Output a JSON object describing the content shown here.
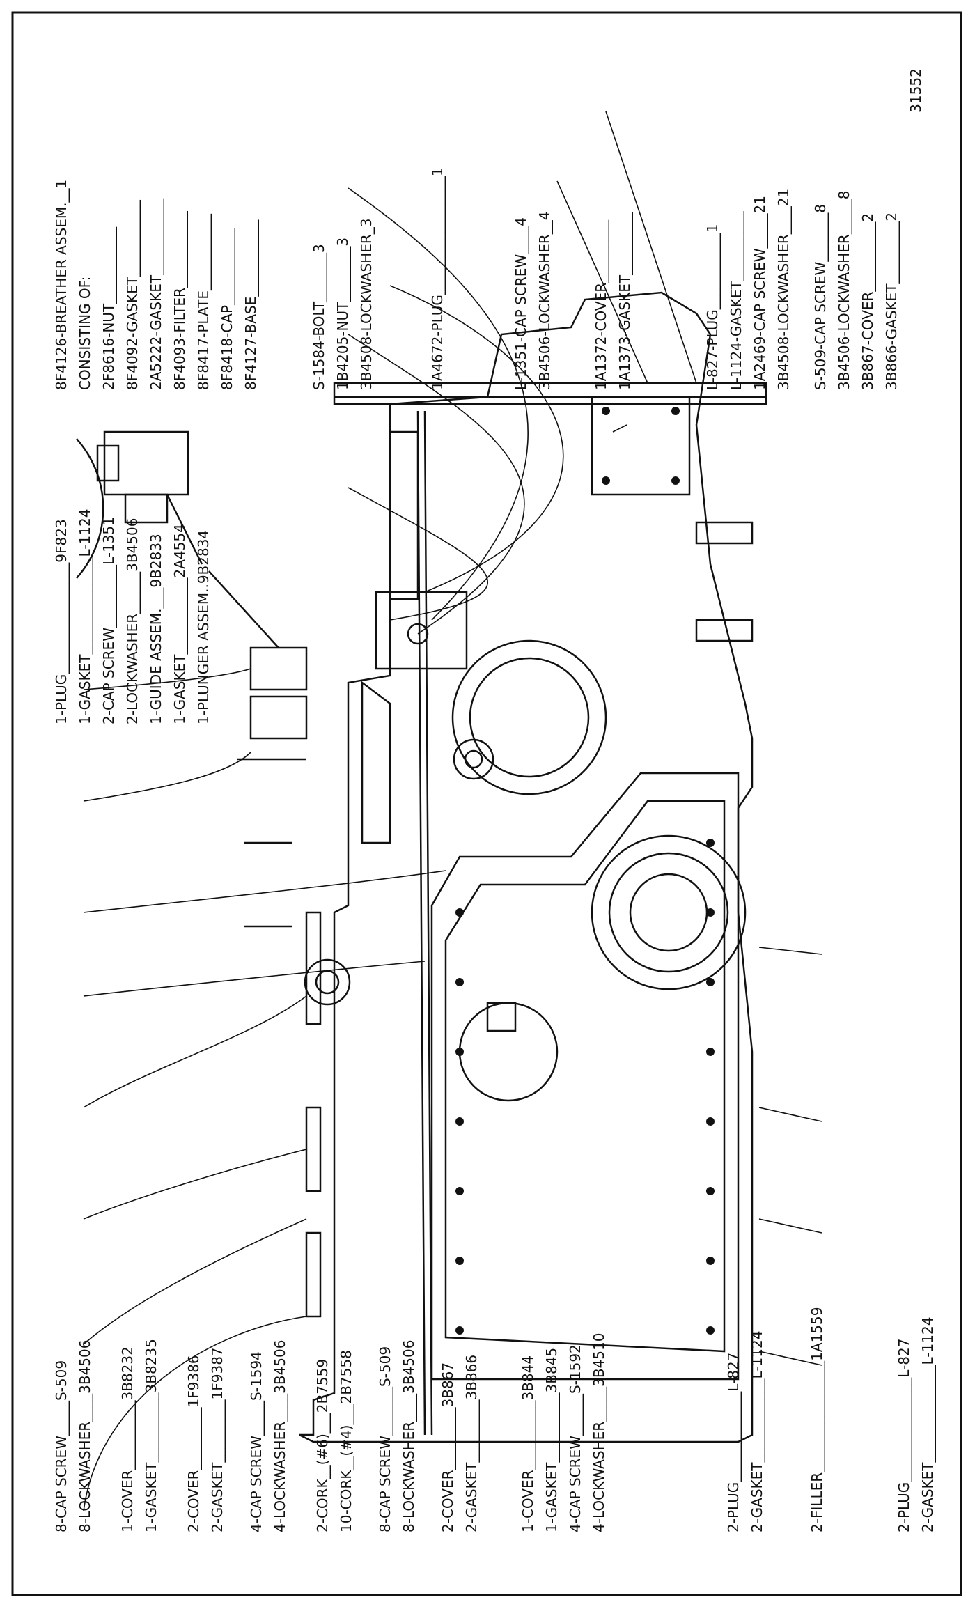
{
  "figure_number": "31552",
  "groups": {
    "left_bottom": [
      {
        "lines": [
          "8-CAP SCREW_____S-509",
          "8-LOCKWASHER____3B4506"
        ]
      },
      {
        "lines": [
          "1-COVER__________3B8232",
          "1-GASKET__________3B8235"
        ]
      },
      {
        "lines": [
          "2-COVER_________1F9386",
          "2-GASKET_________1F9387"
        ]
      },
      {
        "lines": [
          "4-CAP SCREW_____S-1594",
          "4-LOCKWASHER____3B4506"
        ]
      },
      {
        "lines": [
          "2-CORK__(#6)___2B7559",
          "10-CORK__(#4)___2B7558"
        ]
      },
      {
        "lines": [
          "8-CAP SCREW_______S-509",
          "8-LOCKWASHER____3B4506"
        ]
      },
      {
        "lines": [
          "2-COVER_________3B867",
          "2-GASKET_________3B866"
        ]
      },
      {
        "lines": [
          "1-COVER__________3B844",
          "1-GASKET__________3B845",
          "4-CAP SCREW______S-1592",
          "4-LOCKWASHER_____3B4510"
        ]
      },
      {
        "lines": [
          "2-PLUG_____________L-827",
          "2-GASKET____________L-1124"
        ]
      },
      {
        "lines": [
          "2-FILLER________________1A1559"
        ]
      },
      {
        "lines": [
          "2-PLUG_______________L-827",
          "2-GASKET______________L-1124"
        ]
      }
    ],
    "left_top": [
      {
        "lines": [
          "1-PLUG________________9F823",
          "1-GASKET______________L-1124",
          "2-CAP SCREW_________L-1351",
          "2-LOCKWASHER______3B4506",
          "1-GUIDE ASSEM.___9B2833",
          "1-GASKET___________2A4554",
          "1-PLUNGER ASSEM..9B2834"
        ]
      }
    ],
    "right_top": [
      {
        "lines": [
          "8F4126-BREATHER ASSEM.__1",
          "CONSISTING OF:",
          "2F8616-NUT___________",
          "8F4092-GASKET___________",
          "2A5222-GASKET___________",
          "8F4093-FILTER___________",
          "8F8417-PLATE___________",
          "8F8418-CAP___________",
          "8F4127-BASE___________"
        ]
      },
      {
        "lines": [
          "S-1584-BOLT_______3",
          "1B4205-NUT________3",
          "3B4508-LOCKWASHER_3"
        ]
      },
      {
        "lines": [
          "1A4672-PLUG_________________1"
        ]
      },
      {
        "lines": [
          "L-1351-CAP SCREW____4",
          "3B4506-LOCKWASHER__4"
        ]
      },
      {
        "lines": [
          "1A1372-COVER_________",
          "1A1373-GASKET_________"
        ]
      },
      {
        "lines": [
          "L-827-PLUG___________1",
          "L-1124-GASKET__________",
          "1A2469-CAP SCREW_____21",
          "3B4508-LOCKWASHER____21"
        ]
      },
      {
        "lines": [
          "S-509-CAP SCREW_______8",
          "3B4506-LOCKWASHER_____8",
          "3B867-COVER__________2",
          "3B866-GASKET_________2"
        ]
      }
    ]
  }
}
